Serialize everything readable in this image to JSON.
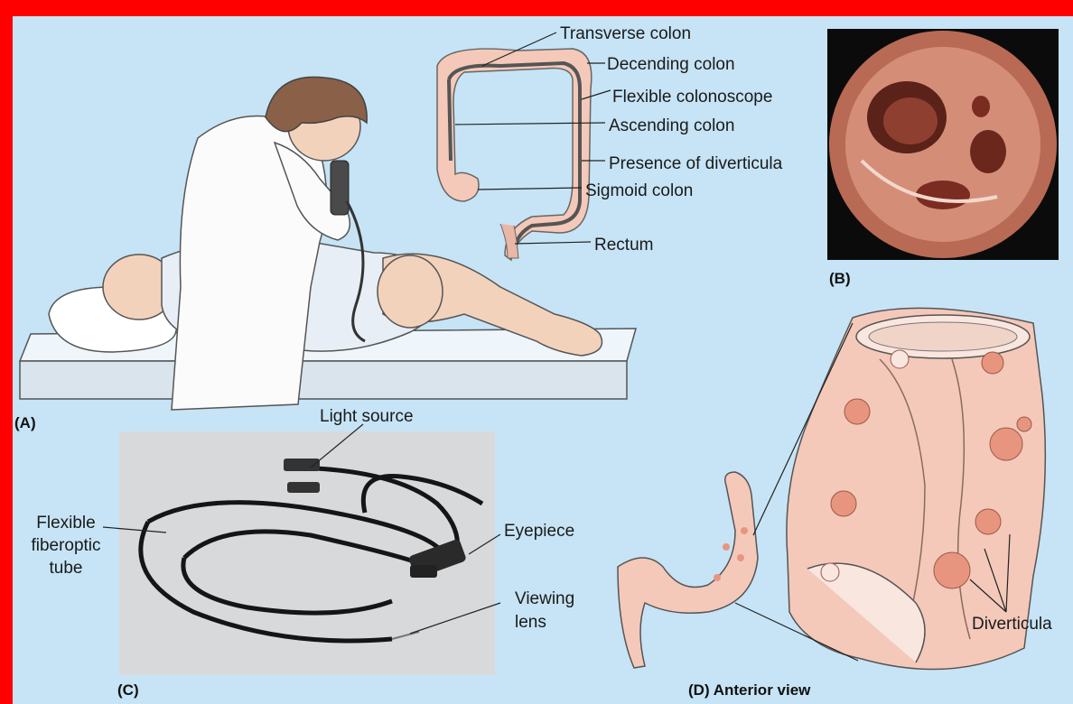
{
  "panels": {
    "a": "(A)",
    "b": "(B)",
    "c": "(C)",
    "d": "(D) Anterior view"
  },
  "colon_labels": {
    "transverse": "Transverse colon",
    "descending": "Decending colon",
    "colonoscope": "Flexible colonoscope",
    "ascending": "Ascending colon",
    "diverticula_presence": "Presence of diverticula",
    "sigmoid": "Sigmoid colon",
    "rectum": "Rectum"
  },
  "scope_labels": {
    "light_source": "Light source",
    "tube_line1": "Flexible",
    "tube_line2": "fiberoptic",
    "tube_line3": "tube",
    "eyepiece": "Eyepiece",
    "lens_line1": "Viewing",
    "lens_line2": "lens"
  },
  "diverticula_label": "Diverticula",
  "colors": {
    "border": "#ff0000",
    "background": "#c6e4f5",
    "colon_tissue": "#f4c9b9",
    "diverticulum": "#e8957f",
    "photo_bg": "#d8d9db"
  }
}
